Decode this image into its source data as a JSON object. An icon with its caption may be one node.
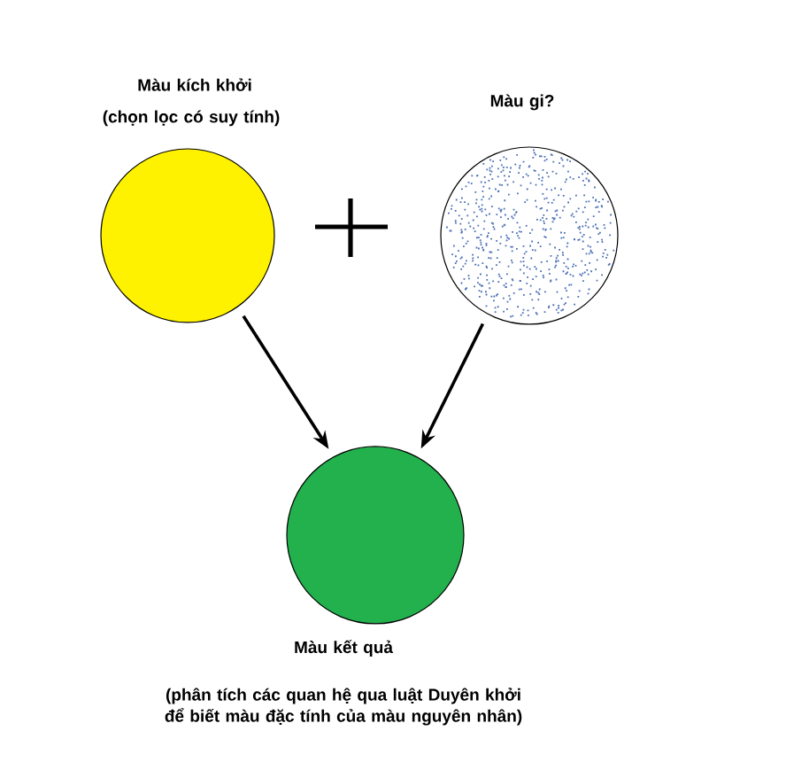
{
  "diagram": {
    "nodes": [
      {
        "text": [
          "Màu kích khởi",
          "(chọn lọc có suy tính)"
        ]
      },
      {
        "text": [
          "Màu gi?"
        ]
      },
      {
        "text": [
          "Màu kết quả",
          "(phân tích các quan hệ qua luật Duyên khởi để biết màu đặc tính của màu nguyên nhân)"
        ]
      }
    ],
    "edges": [
      {
        "from": 0,
        "to": 2,
        "arrow": "to"
      },
      {
        "from": 1,
        "to": 2,
        "arrow": "to"
      }
    ]
  }
}
